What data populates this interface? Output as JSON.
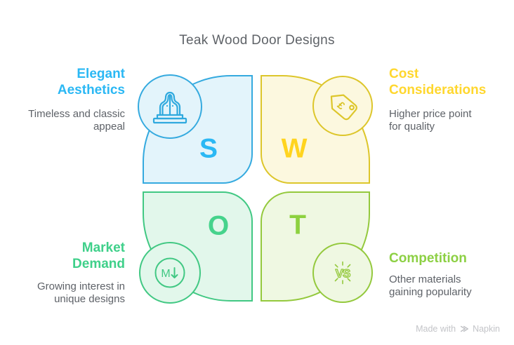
{
  "title": "Teak Wood Door Designs",
  "colors": {
    "background": "#FFFFFF",
    "title_text": "#5F6368",
    "body_text": "#5E6268",
    "attribution_text": "#C3C4C8"
  },
  "quadrants": [
    {
      "id": "strengths",
      "letter": "S",
      "heading": "Elegant Aesthetics",
      "description": "Timeless and classic appeal",
      "icon": "arched-door-icon",
      "accent": "#2BB8F4",
      "stroke": "#35AADF",
      "fill": "#E3F4FB"
    },
    {
      "id": "weaknesses",
      "letter": "W",
      "heading": "Cost Considerations",
      "description": "Higher price point for quality",
      "icon": "price-tag-icon",
      "icon_text": "£",
      "accent": "#FFD72E",
      "stroke": "#DDC62B",
      "fill": "#FCF8DF"
    },
    {
      "id": "opportunities",
      "letter": "O",
      "heading": "Market Demand",
      "description": "Growing interest in unique designs",
      "icon": "market-trend-down-icon",
      "icon_text": "M",
      "accent": "#3FD08A",
      "stroke": "#41C883",
      "fill": "#E2F7EB"
    },
    {
      "id": "threats",
      "letter": "T",
      "heading": "Competition",
      "description": "Other materials gaining popularity",
      "icon": "versus-burst-icon",
      "icon_text": "VS",
      "accent": "#8DD044",
      "stroke": "#94C93D",
      "fill": "#EFF8E2"
    }
  ],
  "attribution": {
    "prefix": "Made with",
    "brand": "Napkin",
    "logo": "napkin-logo-icon"
  }
}
